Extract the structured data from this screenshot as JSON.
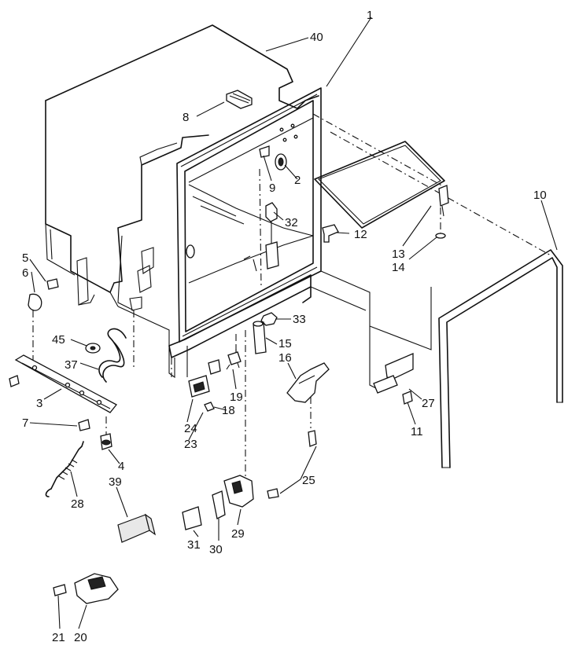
{
  "callouts": [
    {
      "id": "c1",
      "text": "1"
    },
    {
      "id": "c40",
      "text": "40"
    },
    {
      "id": "c8",
      "text": "8"
    },
    {
      "id": "c9",
      "text": "9"
    },
    {
      "id": "c2",
      "text": "2"
    },
    {
      "id": "c32",
      "text": "32"
    },
    {
      "id": "c12",
      "text": "12"
    },
    {
      "id": "c10",
      "text": "10"
    },
    {
      "id": "c13",
      "text": "13"
    },
    {
      "id": "c14",
      "text": "14"
    },
    {
      "id": "c5",
      "text": "5"
    },
    {
      "id": "c6",
      "text": "6"
    },
    {
      "id": "c33",
      "text": "33"
    },
    {
      "id": "c45",
      "text": "45"
    },
    {
      "id": "c15",
      "text": "15"
    },
    {
      "id": "c16",
      "text": "16"
    },
    {
      "id": "c37",
      "text": "37"
    },
    {
      "id": "c19",
      "text": "19"
    },
    {
      "id": "c27",
      "text": "27"
    },
    {
      "id": "c3",
      "text": "3"
    },
    {
      "id": "c18",
      "text": "18"
    },
    {
      "id": "c24",
      "text": "24"
    },
    {
      "id": "c23",
      "text": "23"
    },
    {
      "id": "c11",
      "text": "11"
    },
    {
      "id": "c7",
      "text": "7"
    },
    {
      "id": "c4",
      "text": "4"
    },
    {
      "id": "c25",
      "text": "25"
    },
    {
      "id": "c28",
      "text": "28"
    },
    {
      "id": "c39",
      "text": "39"
    },
    {
      "id": "c29",
      "text": "29"
    },
    {
      "id": "c31",
      "text": "31"
    },
    {
      "id": "c30",
      "text": "30"
    },
    {
      "id": "c21",
      "text": "21"
    },
    {
      "id": "c20",
      "text": "20"
    }
  ]
}
